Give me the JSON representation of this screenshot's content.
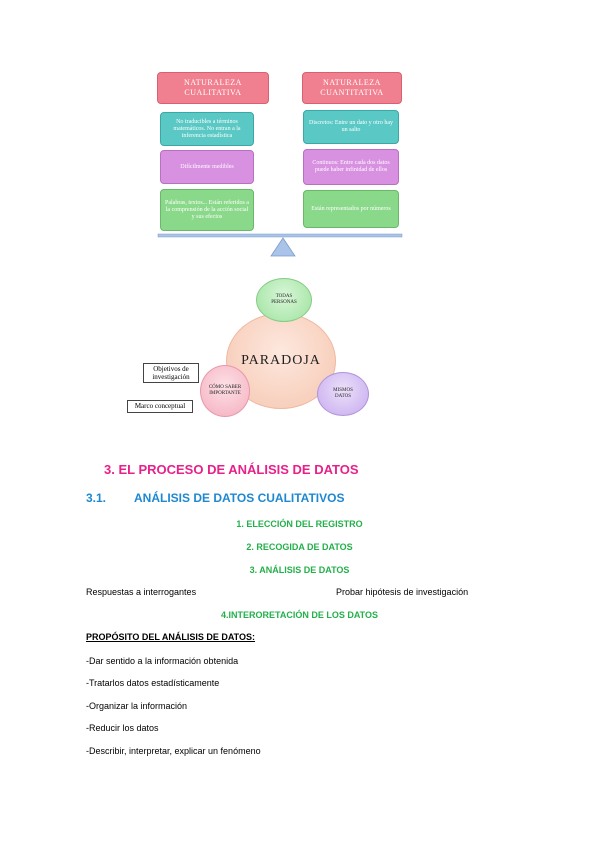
{
  "diagram": {
    "left_header": "NATURALEZA CUALITATIVA",
    "right_header": "NATURALEZA CUANTITATIVA",
    "left_items": [
      "No traducibles a términos matemáticos. No entran a la inferencia estadística",
      "Difícilmente medibles",
      "Palabras, textos... Están referidos a la comprensión de la acción social y sus efectos"
    ],
    "right_items": [
      "Discretos: Entre un dato y otro hay un salto",
      "Continuos: Entre cada dos datos puede haber infinidad de ellos",
      "Están representados por números"
    ],
    "center_circle": "PARADOJA",
    "top_circle": "TODAS PERSONAS",
    "left_circle": "CÓMO SABER IMPORTANTE",
    "right_circle": "MISMOS DATOS",
    "label_objetivos": "Objetivos de investigación",
    "label_marco": "Marco conceptual"
  },
  "section": {
    "title": "3. EL PROCESO DE ANÁLISIS DE DATOS",
    "subtitle_num": "3.1.",
    "subtitle_text": "ANÁLISIS DE DATOS CUALITATIVOS",
    "steps": [
      "1. ELECCIÓN DEL REGISTRO",
      "2. RECOGIDA DE DATOS",
      "3. ANÁLISIS DE DATOS",
      "4.INTERORETACIÓN DE LOS DATOS"
    ],
    "left_note": "Respuestas a interrogantes",
    "right_note": "Probar hipótesis de investigación",
    "purpose_title": "PROPÓSITO DEL ANÁLISIS DE DATOS:",
    "purposes": [
      "-Dar sentido a la información obtenida",
      "-Tratarlos datos estadísticamente",
      "-Organizar la información",
      "-Reducir los datos",
      "-Describir, interpretar, explicar un fenómeno"
    ]
  },
  "colors": {
    "pink": "#f08090",
    "teal": "#5ac8c4",
    "purple": "#d890e0",
    "green": "#8ad88a",
    "heading_pink": "#e8208a",
    "heading_blue": "#1e88d0",
    "step_green": "#22b04a"
  }
}
